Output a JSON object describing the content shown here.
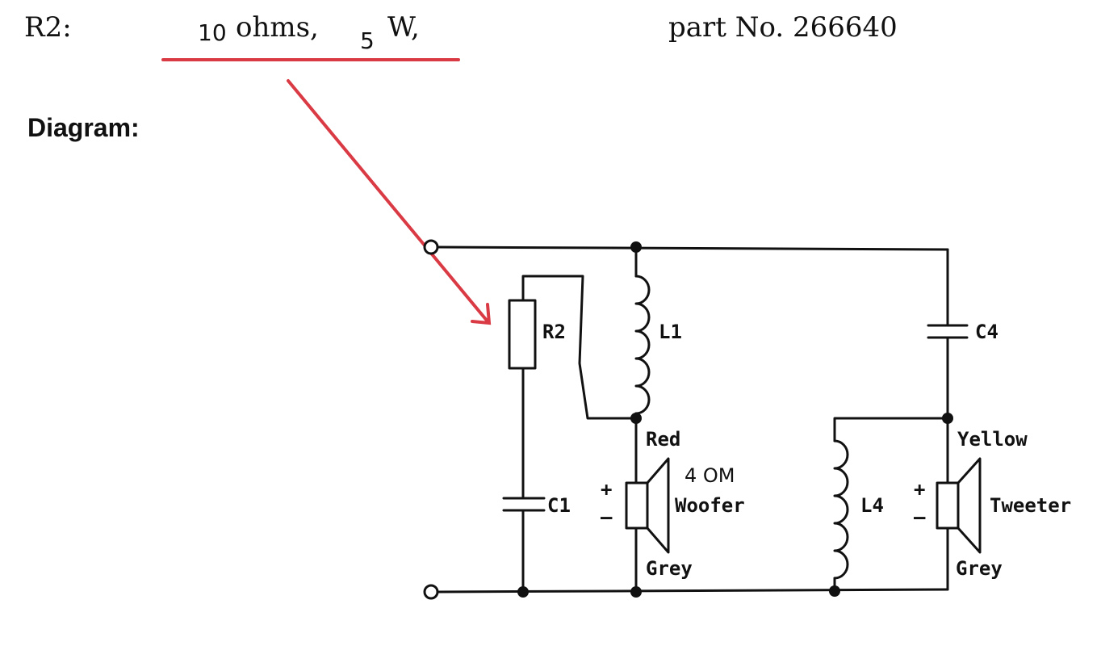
{
  "header": {
    "component": "R2:",
    "resistance": "10",
    "resistance_unit": "ohms,",
    "power": "5",
    "power_unit": "W,",
    "part_number": "part No. 266640"
  },
  "diagram_heading": "Diagram:",
  "colors": {
    "annotation": "#d93a44",
    "ink": "#111111"
  },
  "circuit": {
    "labels": {
      "r2": "R2",
      "l1": "L1",
      "c1": "C1",
      "c4": "C4",
      "l4": "L4",
      "woofer_plus_wire": "Red",
      "woofer_minus_wire": "Grey",
      "tweeter_plus_wire": "Yellow",
      "tweeter_minus_wire": "Grey",
      "woofer_impedance": "4 OM",
      "woofer": "Woofer",
      "tweeter": "Tweeter",
      "plus": "+",
      "minus": "–"
    }
  }
}
